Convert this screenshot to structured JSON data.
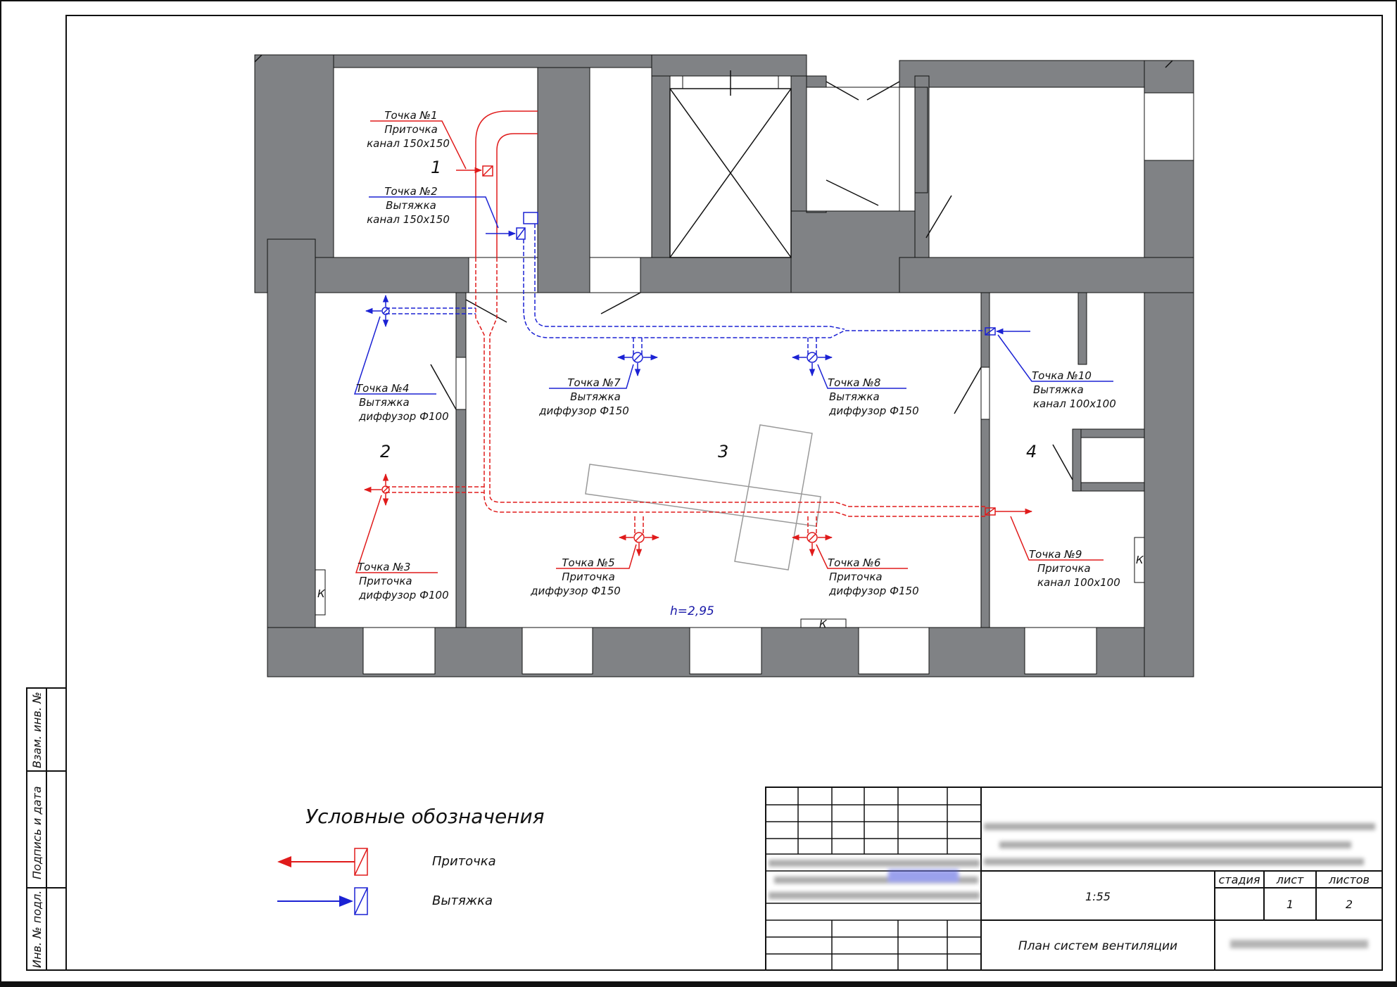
{
  "colors": {
    "supply": "#e01b1b",
    "exhaust": "#1b22d4",
    "wall": "#808285",
    "line": "#111111"
  },
  "rooms": {
    "r1": "1",
    "r2": "2",
    "r3": "3",
    "r4": "4"
  },
  "room_height": "h=2,95",
  "points": {
    "p1": {
      "title": "Точка №1",
      "type": "Приточка",
      "spec": "канал 150х150"
    },
    "p2": {
      "title": "Точка №2",
      "type": "Вытяжка",
      "spec": "канал 150х150"
    },
    "p3": {
      "title": "Точка №3",
      "type": "Приточка",
      "spec": "диффузор Ф100"
    },
    "p4": {
      "title": "Точка №4",
      "type": "Вытяжка",
      "spec": "диффузор Ф100"
    },
    "p5": {
      "title": "Точка №5",
      "type": "Приточка",
      "spec": "диффузор Ф150"
    },
    "p6": {
      "title": "Точка №6",
      "type": "Приточка",
      "spec": "диффузор Ф150"
    },
    "p7": {
      "title": "Точка №7",
      "type": "Вытяжка",
      "spec": "диффузор Ф150"
    },
    "p8": {
      "title": "Точка №8",
      "type": "Вытяжка",
      "spec": "диффузор Ф150"
    },
    "p9": {
      "title": "Точка №9",
      "type": "Приточка",
      "spec": "канал 100х100"
    },
    "p10": {
      "title": "Точка №10",
      "type": "Вытяжка",
      "spec": "канал 100х100"
    }
  },
  "radiator_mark": "К",
  "legend": {
    "title": "Условные обозначения",
    "supply": "Приточка",
    "exhaust": "Вытяжка"
  },
  "side_stamp": {
    "inv_podl": "Инв. № подл.",
    "podpis": "Подпись и дата",
    "vzam": "Взам. инв. №"
  },
  "title_block": {
    "scale": "1:55",
    "stage_label": "стадия",
    "sheet_label": "лист",
    "sheets_label": "листов",
    "sheet_no": "1",
    "sheets_total": "2",
    "drawing_title": "План систем вентиляции"
  }
}
